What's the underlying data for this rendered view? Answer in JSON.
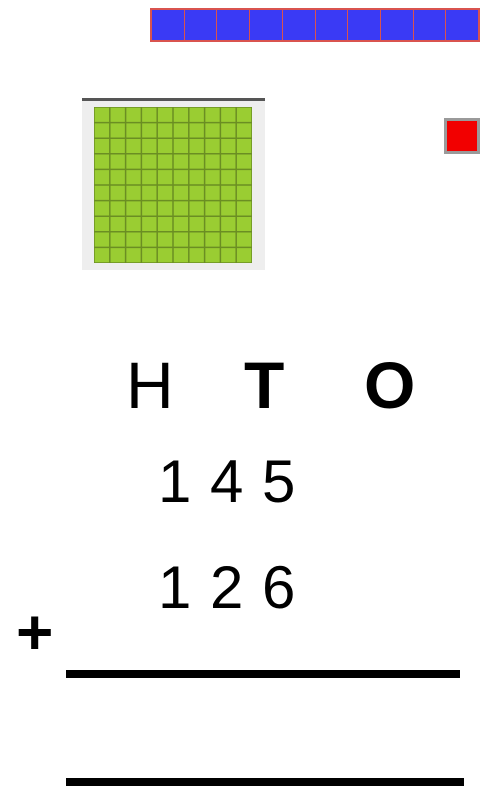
{
  "blocks": {
    "tens_rod_units": 10,
    "tens_color": "#3a3af5",
    "tens_border_color": "#d9534f",
    "hundred_grid_size": 10,
    "hundred_color": "#9acd32",
    "ones_color": "#f20000"
  },
  "headers": {
    "hundreds": "H",
    "tens": "T",
    "ones": "O"
  },
  "addition": {
    "first_number": [
      "1",
      "4",
      "5"
    ],
    "second_number": [
      "1",
      "2",
      "6"
    ],
    "operator": "+"
  }
}
